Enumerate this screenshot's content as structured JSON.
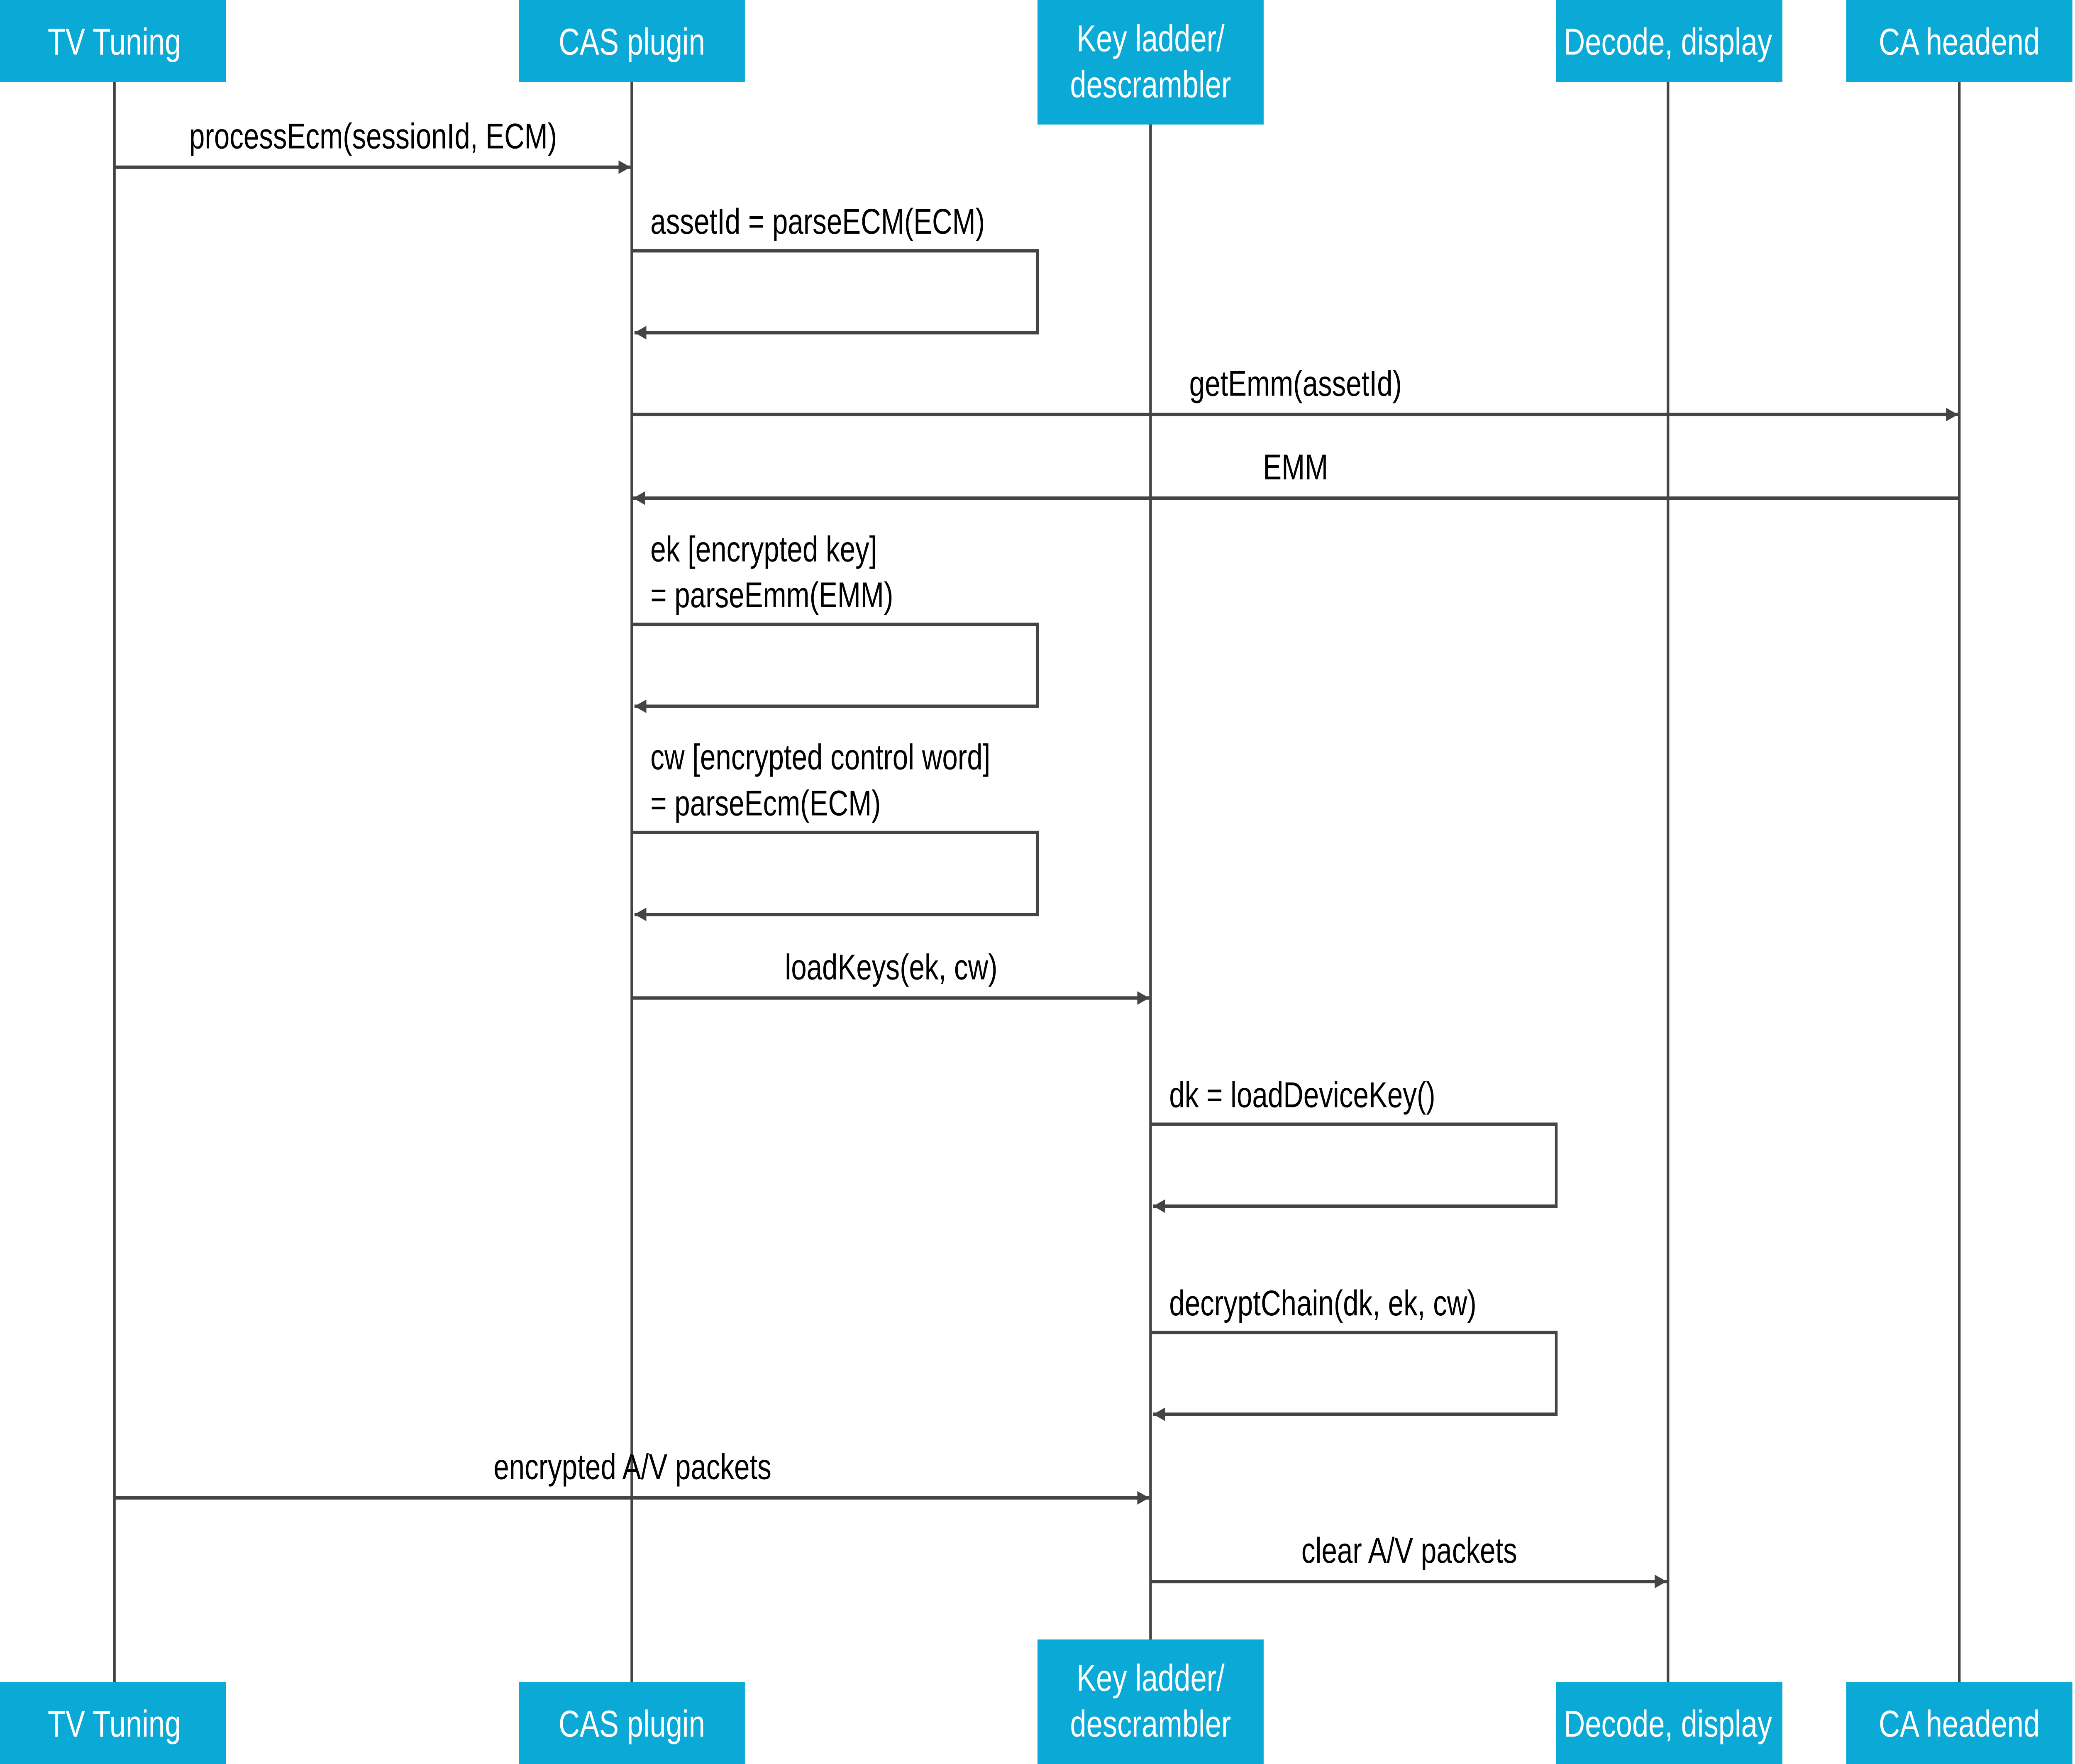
{
  "colors": {
    "header": "#0BA9D6",
    "line": "#444444",
    "text": "#000000",
    "header_text": "#ffffff"
  },
  "participants": [
    {
      "id": "tv",
      "lines": [
        "TV Tuning"
      ]
    },
    {
      "id": "cas",
      "lines": [
        "CAS plugin"
      ]
    },
    {
      "id": "kl",
      "lines": [
        "Key ladder/",
        "descrambler"
      ]
    },
    {
      "id": "dec",
      "lines": [
        "Decode, display"
      ]
    },
    {
      "id": "ca",
      "lines": [
        "CA headend"
      ]
    }
  ],
  "messages": [
    {
      "from": 0,
      "to": 1,
      "lines": [
        "processEcm(sessionId, ECM)"
      ]
    },
    {
      "from": 1,
      "to": 1,
      "lines": [
        "assetId = parseECM(ECM)"
      ]
    },
    {
      "from": 1,
      "to": 4,
      "lines": [
        "getEmm(assetId)"
      ]
    },
    {
      "from": 4,
      "to": 1,
      "lines": [
        "EMM"
      ]
    },
    {
      "from": 1,
      "to": 1,
      "lines": [
        "ek [encrypted key]",
        "= parseEmm(EMM)"
      ]
    },
    {
      "from": 1,
      "to": 1,
      "lines": [
        "cw [encrypted control word]",
        "= parseEcm(ECM)"
      ]
    },
    {
      "from": 1,
      "to": 2,
      "lines": [
        "loadKeys(ek, cw)"
      ]
    },
    {
      "from": 2,
      "to": 2,
      "lines": [
        "dk = loadDeviceKey()"
      ]
    },
    {
      "from": 2,
      "to": 2,
      "lines": [
        "decryptChain(dk, ek, cw)"
      ]
    },
    {
      "from": 0,
      "to": 2,
      "lines": [
        "encrypted A/V packets"
      ]
    },
    {
      "from": 2,
      "to": 3,
      "lines": [
        "clear A/V packets"
      ]
    }
  ]
}
